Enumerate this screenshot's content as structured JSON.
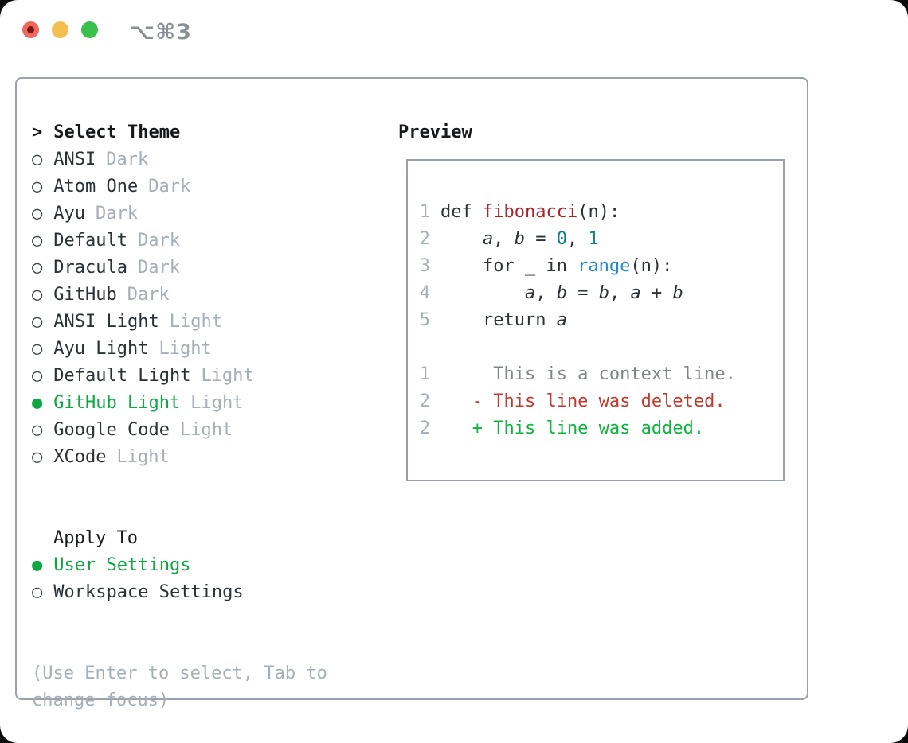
{
  "titlebar": {
    "title": "⌥⌘3"
  },
  "theme_list": {
    "prefix": ">",
    "header": "Select Theme",
    "items": [
      {
        "bullet": "○",
        "name": "ANSI",
        "variant": "Dark",
        "selected": false
      },
      {
        "bullet": "○",
        "name": "Atom One",
        "variant": "Dark",
        "selected": false
      },
      {
        "bullet": "○",
        "name": "Ayu",
        "variant": "Dark",
        "selected": false
      },
      {
        "bullet": "○",
        "name": "Default",
        "variant": "Dark",
        "selected": false
      },
      {
        "bullet": "○",
        "name": "Dracula",
        "variant": "Dark",
        "selected": false
      },
      {
        "bullet": "○",
        "name": "GitHub",
        "variant": "Dark",
        "selected": false
      },
      {
        "bullet": "○",
        "name": "ANSI Light",
        "variant": "Light",
        "selected": false
      },
      {
        "bullet": "○",
        "name": "Ayu Light",
        "variant": "Light",
        "selected": false
      },
      {
        "bullet": "○",
        "name": "Default Light",
        "variant": "Light",
        "selected": false
      },
      {
        "bullet": "●",
        "name": "GitHub Light",
        "variant": "Light",
        "selected": true
      },
      {
        "bullet": "○",
        "name": "Google Code",
        "variant": "Light",
        "selected": false
      },
      {
        "bullet": "○",
        "name": "XCode",
        "variant": "Light",
        "selected": false
      }
    ]
  },
  "apply_to": {
    "header": "Apply To",
    "options": [
      {
        "bullet": "●",
        "label": "User Settings",
        "selected": true
      },
      {
        "bullet": "○",
        "label": "Workspace Settings",
        "selected": false
      }
    ]
  },
  "hint": "(Use Enter to select, Tab to change focus)",
  "preview": {
    "header": "Preview",
    "code": [
      {
        "no": "1",
        "tokens": [
          {
            "text": "def ",
            "type": "plain"
          },
          {
            "text": "fibonacci",
            "type": "function"
          },
          {
            "text": "(n):",
            "type": "plain"
          }
        ]
      },
      {
        "no": "2",
        "tokens": [
          {
            "text": "    ",
            "type": "plain"
          },
          {
            "text": "a",
            "type": "variable"
          },
          {
            "text": ", ",
            "type": "plain"
          },
          {
            "text": "b",
            "type": "variable"
          },
          {
            "text": " = ",
            "type": "plain"
          },
          {
            "text": "0",
            "type": "number"
          },
          {
            "text": ", ",
            "type": "plain"
          },
          {
            "text": "1",
            "type": "number"
          }
        ]
      },
      {
        "no": "3",
        "tokens": [
          {
            "text": "    for _ in ",
            "type": "plain"
          },
          {
            "text": "range",
            "type": "builtin"
          },
          {
            "text": "(n):",
            "type": "plain"
          }
        ]
      },
      {
        "no": "4",
        "tokens": [
          {
            "text": "        ",
            "type": "plain"
          },
          {
            "text": "a",
            "type": "variable"
          },
          {
            "text": ", ",
            "type": "plain"
          },
          {
            "text": "b",
            "type": "variable"
          },
          {
            "text": " = ",
            "type": "plain"
          },
          {
            "text": "b",
            "type": "variable"
          },
          {
            "text": ", ",
            "type": "plain"
          },
          {
            "text": "a",
            "type": "variable"
          },
          {
            "text": " + ",
            "type": "plain"
          },
          {
            "text": "b",
            "type": "variable"
          }
        ]
      },
      {
        "no": "5",
        "tokens": [
          {
            "text": "    return ",
            "type": "plain"
          },
          {
            "text": "a",
            "type": "variable"
          }
        ]
      }
    ],
    "diff": [
      {
        "no": "1",
        "text": "     This is a context line.",
        "type": "context"
      },
      {
        "no": "2",
        "text": "   - This line was deleted.",
        "type": "deleted"
      },
      {
        "no": "2",
        "text": "   + This line was added.",
        "type": "added"
      }
    ]
  },
  "colors": {
    "selected_green": "#0ea843",
    "added_green": "#0db33c",
    "deleted_red": "#c13a2d",
    "context_gray": "#7d848c",
    "function_red": "#a8252c",
    "number_teal": "#0e7e88",
    "builtin_blue": "#2089cf",
    "muted_gray": "#a6aeb9",
    "border_gray": "#9aa1ac",
    "text_dark": "#2b3137"
  }
}
